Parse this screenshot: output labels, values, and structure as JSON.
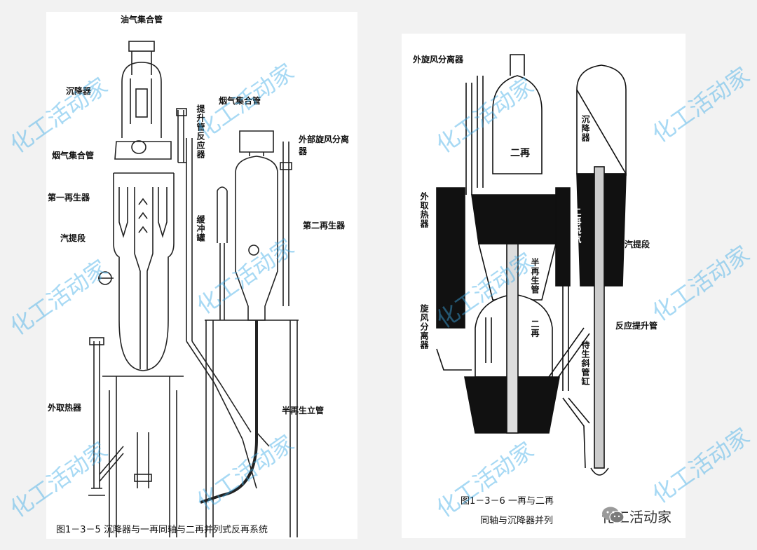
{
  "left_figure": {
    "labels": {
      "oil_gas_header": "油气集合管",
      "settler": "沉降器",
      "riser_reactor": "提升管反应器",
      "flue_gas_header_top": "烟气集合管",
      "flue_gas_header_left": "烟气集合管",
      "external_cyclone": "外部旋风分离器",
      "first_regenerator": "第一再生器",
      "buffer_tank": "缓冲罐",
      "second_regenerator": "第二再生器",
      "stripping_section": "汽提段",
      "external_heat_remover": "外取热器",
      "semi_regenerated_standpipe": "半再生立管"
    },
    "caption": "图1－3－5   沉降器与一再同轴与二再并列式反再系统"
  },
  "right_figure": {
    "labels": {
      "external_cyclone": "外旋风分离器",
      "second_regen_top": "二再",
      "settler": "沉降器",
      "external_heat_remover": "外取热器",
      "second_regen_degas": "二再脱气",
      "stripping_section": "汽提段",
      "semi_regen_pipe": "半再生管",
      "cyclone": "旋风分离器",
      "second_regen_bottom": "二再",
      "reaction_riser": "反应提升管",
      "spent_inclined_pipe": "待生斜管缸"
    },
    "caption_line1": "图1－3－6   一再与二再",
    "caption_line2": "同轴与沉降器并列"
  },
  "watermark": "化工活动家",
  "brand": "化工活动家"
}
